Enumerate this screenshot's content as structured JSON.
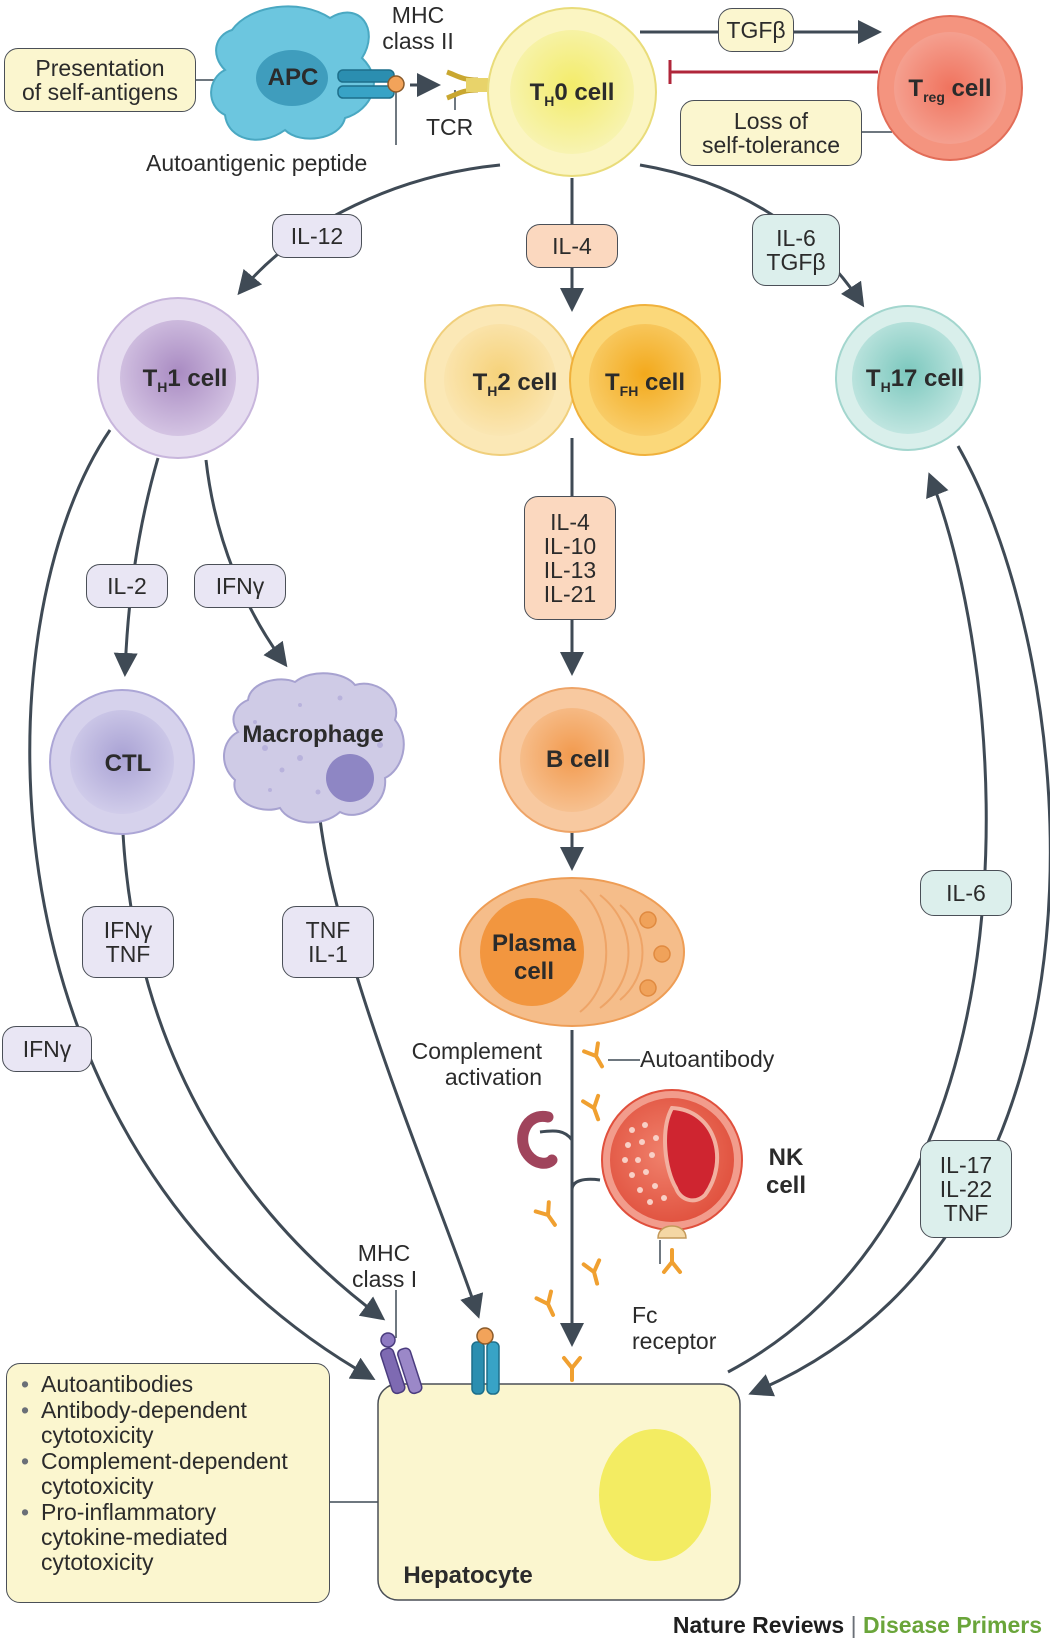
{
  "cells": {
    "apc": "APC",
    "th0": {
      "main": "T",
      "sub": "H",
      "rest": "0 cell"
    },
    "treg": {
      "main": "T",
      "sub": "reg",
      "rest": " cell"
    },
    "th1": {
      "main": "T",
      "sub": "H",
      "rest": "1 cell"
    },
    "th2": {
      "main": "T",
      "sub": "H",
      "rest": "2 cell"
    },
    "tfh": {
      "main": "T",
      "sub": "FH",
      "rest": " cell"
    },
    "th17": {
      "main": "T",
      "sub": "H",
      "rest": "17 cell"
    },
    "ctl": "CTL",
    "macrophage": "Macrophage",
    "b_cell": "B cell",
    "plasma_cell": [
      "Plasma",
      "cell"
    ],
    "nk_cell": [
      "NK",
      "cell"
    ],
    "hepatocyte": "Hepatocyte"
  },
  "labels": {
    "presentation": [
      "Presentation",
      "of self-antigens"
    ],
    "mhc_class_ii": [
      "MHC",
      "class II"
    ],
    "tcr": "TCR",
    "autoantigenic_peptide": "Autoantigenic peptide",
    "tgf_beta_top": "TGFβ",
    "loss_of_self_tolerance": [
      "Loss of",
      "self-tolerance"
    ],
    "il12": "IL-12",
    "il4": "IL-4",
    "il6_tgf": [
      "IL-6",
      "TGFβ"
    ],
    "il2": "IL-2",
    "ifng_mac": "IFNγ",
    "th2_cytokines": [
      "IL-4",
      "IL-10",
      "IL-13",
      "IL-21"
    ],
    "ctl_cytokines": [
      "IFNγ",
      "TNF"
    ],
    "mac_cytokines": [
      "TNF",
      "IL-1"
    ],
    "ifng_left": "IFNγ",
    "il6_right": "IL-6",
    "th17_cytokines": [
      "IL-17",
      "IL-22",
      "TNF"
    ],
    "complement_activation": [
      "Complement",
      "activation"
    ],
    "autoantibody": "Autoantibody",
    "fc_receptor": [
      "Fc",
      "receptor"
    ],
    "mhc_class_i": [
      "MHC",
      "class I"
    ]
  },
  "mechanisms": [
    [
      "Autoantibodies"
    ],
    [
      "Antibody-dependent",
      "cytotoxicity"
    ],
    [
      "Complement-dependent",
      "cytotoxicity"
    ],
    [
      "Pro-inflammatory",
      "cytokine-mediated",
      "cytotoxicity"
    ]
  ],
  "footer": {
    "publisher": "Nature Reviews",
    "separator": "|",
    "series": "Disease Primers"
  },
  "colors": {
    "arrow": "#3f4a55",
    "inhibit": "#b0263a",
    "apc": "#5cbcd8",
    "th0": "#f1ec8a",
    "treg": "#e8604a",
    "th1": "#b79bcb",
    "th2": "#f7d57e",
    "tfh": "#f5b735",
    "th17": "#8ed0c7",
    "ctl": "#b8b3dc",
    "macrophage": "#bdb8da",
    "b_cell": "#f3a862",
    "plasma": "#f0a25a",
    "nk": "#e8523f",
    "antibody": "#f0a030",
    "hepatocyte": "#fbf6cf",
    "footer_green": "#6aa53a"
  }
}
